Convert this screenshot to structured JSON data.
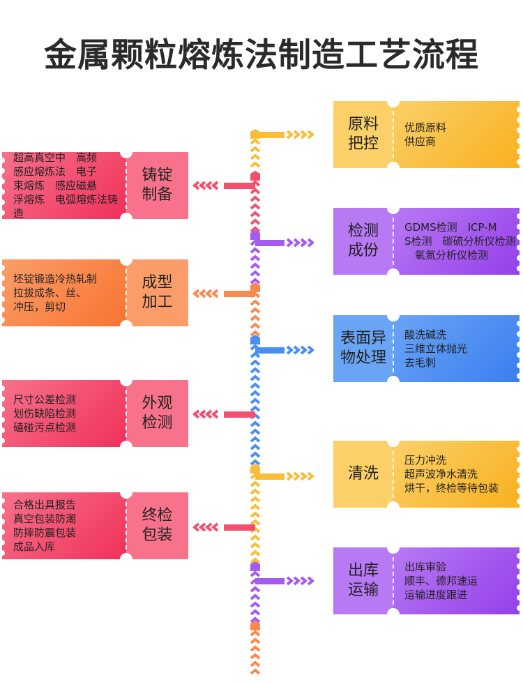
{
  "title": "金属颗粒熔炼法制造工艺流程",
  "colors": {
    "yellow": "#f9bd3a",
    "pink": "#f4506e",
    "purple": "#a45cf0",
    "orange": "#f98a4e",
    "blue": "#4a8ef2"
  },
  "left_steps": [
    {
      "title": "铸锭\n制备",
      "lines": [
        "超高真空中　高频",
        "感应熔炼法　电子",
        "束熔炼　感应磁悬",
        "浮熔炼　电弧熔炼法铸造"
      ],
      "color": "pink"
    },
    {
      "title": "成型\n加工",
      "lines": [
        "坯锭锻造冷热轧制",
        "拉拔成条、丝、",
        "冲压，剪切"
      ],
      "color": "orange"
    },
    {
      "title": "外观\n检测",
      "lines": [
        "尺寸公差检测",
        "划伤缺陷检测",
        "磕碰污点检测"
      ],
      "color": "pink"
    },
    {
      "title": "终检\n包装",
      "lines": [
        "合格出具报告",
        "真空包装防潮",
        "防摔防震包装",
        "成品入库"
      ],
      "color": "pink"
    }
  ],
  "right_steps": [
    {
      "title": "原料\n把控",
      "lines": [
        "优质原料",
        "供应商"
      ],
      "color": "yellow"
    },
    {
      "title": "检测\n成份",
      "lines": [
        "GDMS检测　ICP-M",
        "S检测　碳硫分析仪检测",
        "　氧氮分析仪检测"
      ],
      "color": "purple"
    },
    {
      "title": "表面异\n物处理",
      "lines": [
        "酸洗碱洗",
        "三维立体抛光",
        "去毛刺"
      ],
      "color": "blue"
    },
    {
      "title": "清洗",
      "lines": [
        "压力冲洗",
        "超声波净水清洗",
        "烘干，终检等待包装"
      ],
      "color": "yellow"
    },
    {
      "title": "出库\n运输",
      "lines": [
        "出库审验",
        "顺丰、德邦速运",
        "运输进度跟进"
      ],
      "color": "purple"
    }
  ]
}
